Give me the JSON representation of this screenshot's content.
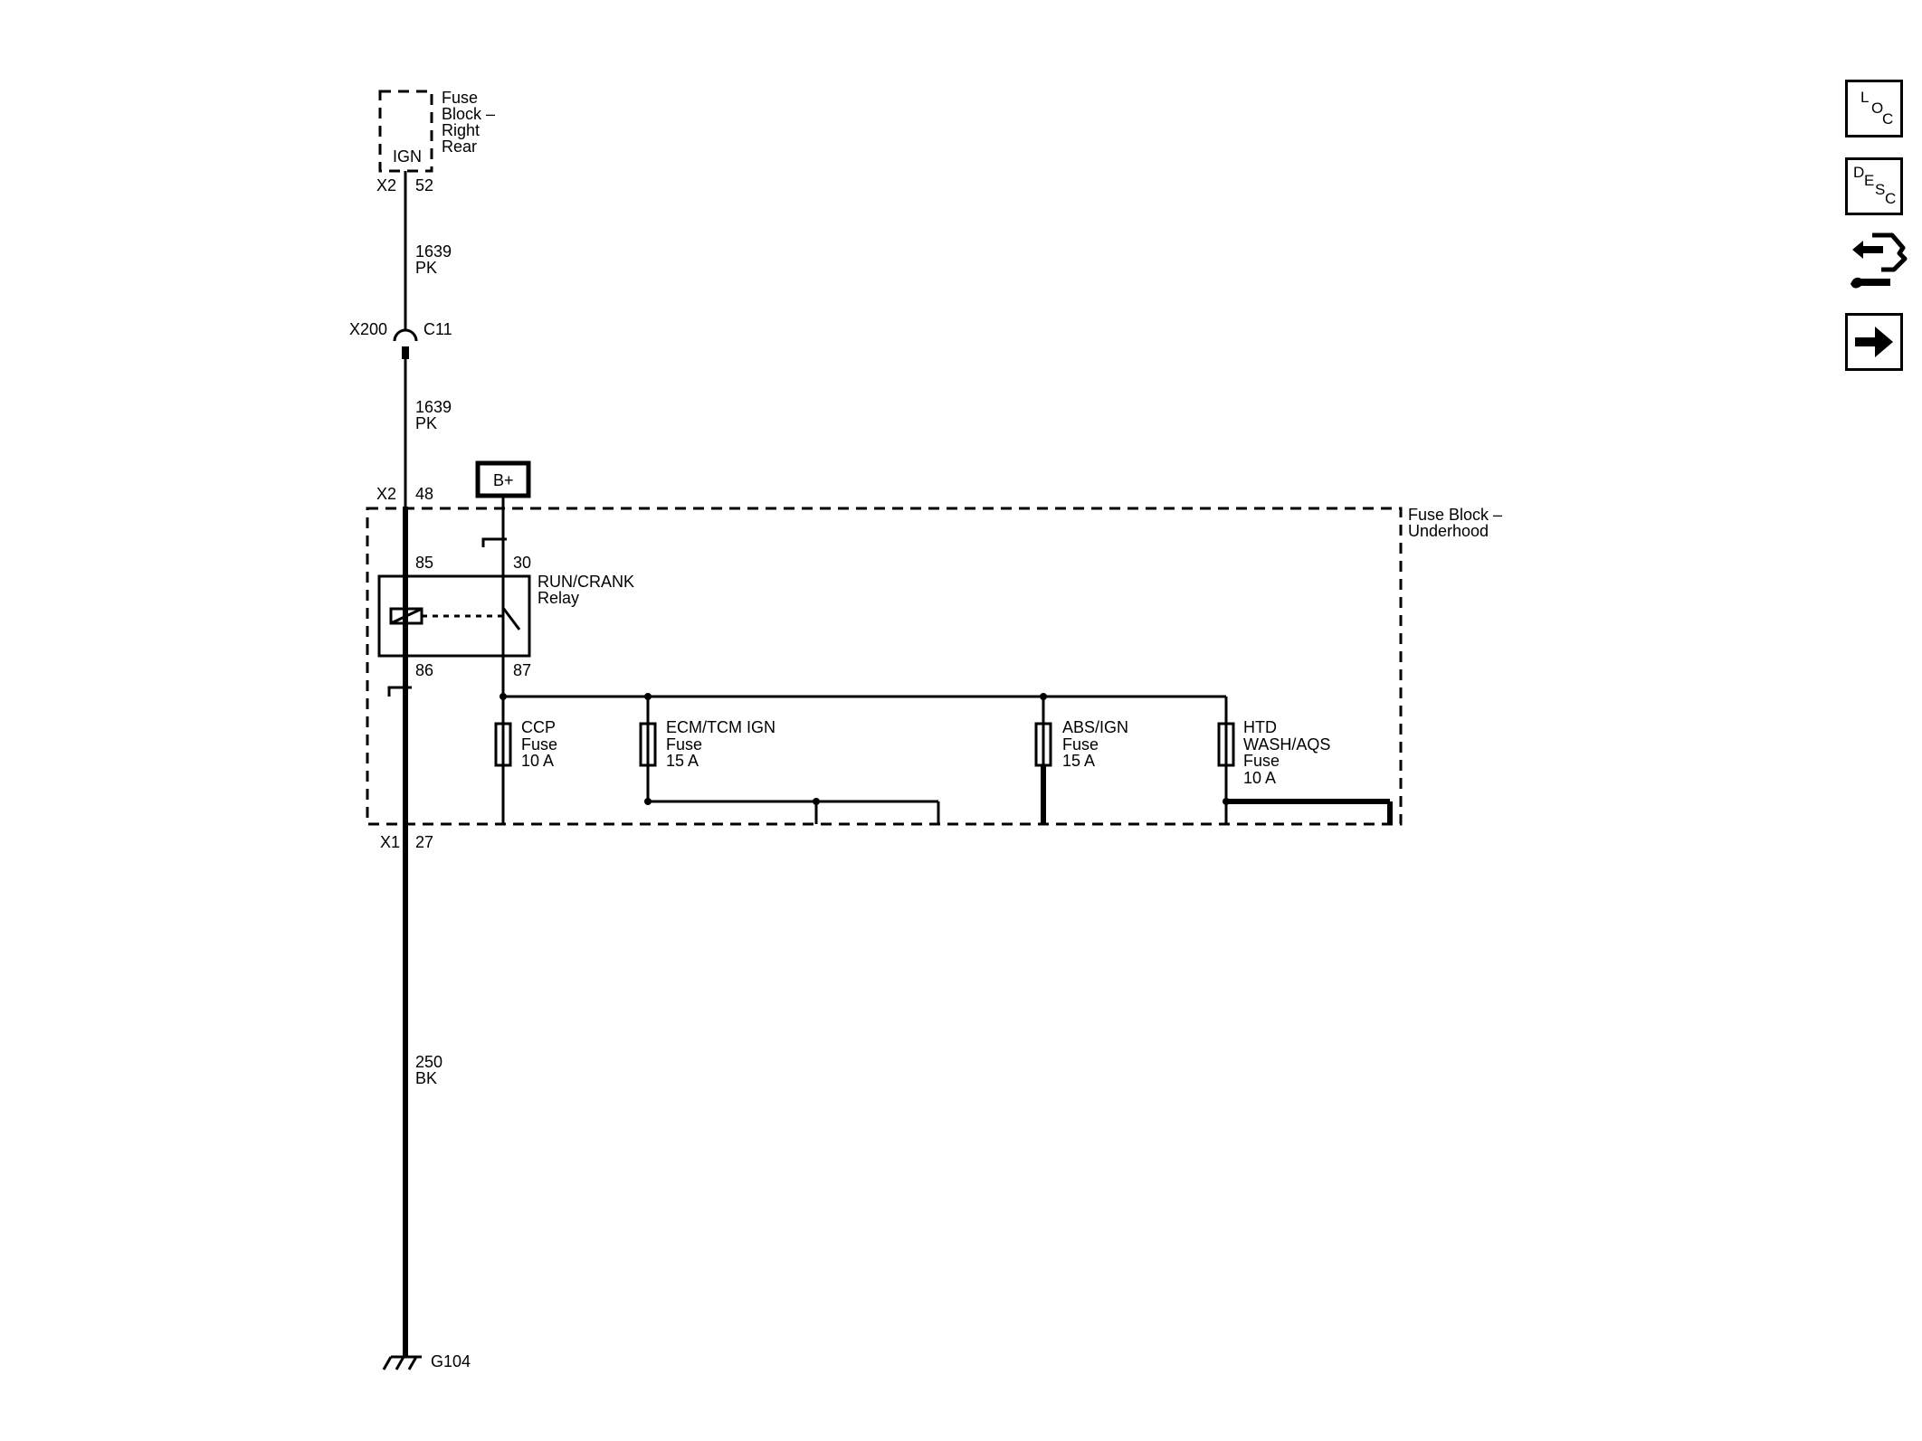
{
  "fuse_block_rear": {
    "label_line1": "Fuse",
    "label_line2": "Block –",
    "label_line3": "Right",
    "label_line4": "Rear",
    "fuse": "IGN",
    "connector": "X2",
    "pin": "52"
  },
  "wire_upper": {
    "circuit": "1639",
    "color": "PK"
  },
  "inline_connector": {
    "name": "X200",
    "pin": "C11"
  },
  "wire_middle": {
    "circuit": "1639",
    "color": "PK"
  },
  "underhood_in": {
    "connector": "X2",
    "pin": "48"
  },
  "battery": {
    "label": "B+"
  },
  "fuse_block_underhood": {
    "label_line1": "Fuse Block –",
    "label_line2": "Underhood"
  },
  "relay": {
    "name_line1": "RUN/CRANK",
    "name_line2": "Relay",
    "pin_85": "85",
    "pin_86": "86",
    "pin_30": "30",
    "pin_87": "87"
  },
  "fuses": [
    {
      "line1": "CCP",
      "line2": "Fuse",
      "line3": "10 A",
      "line4": ""
    },
    {
      "line1": "ECM/TCM IGN",
      "line2": "Fuse",
      "line3": "15 A",
      "line4": ""
    },
    {
      "line1": "ABS/IGN",
      "line2": "Fuse",
      "line3": "15 A",
      "line4": ""
    },
    {
      "line1": "HTD",
      "line2": "WASH/AQS",
      "line3": "Fuse",
      "line4": "10 A"
    }
  ],
  "underhood_out": {
    "connector": "X1",
    "pin": "27"
  },
  "wire_ground": {
    "circuit": "250",
    "color": "BK"
  },
  "ground": {
    "name": "G104"
  },
  "nav": {
    "loc": {
      "a": "L",
      "b": "O",
      "c": "C"
    },
    "desc": {
      "a": "D",
      "b": "E",
      "c": "S",
      "d": "C"
    },
    "icons": [
      "connector-end-view-icon",
      "next-arrow-icon"
    ]
  }
}
